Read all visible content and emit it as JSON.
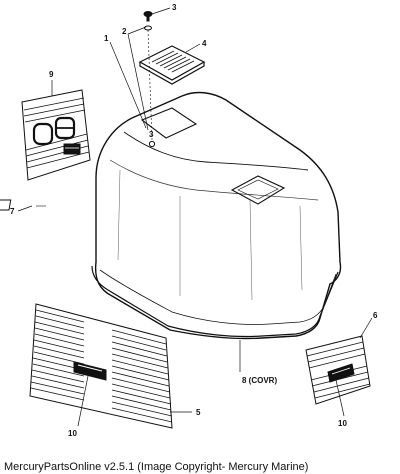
{
  "callouts": {
    "c1": "1",
    "c2": "2",
    "c3": "3",
    "c3b": "3",
    "c4": "4",
    "c5": "5",
    "c6": "6",
    "c7": "7",
    "c8": "8 (COVR)",
    "c9": "9",
    "c10a": "10",
    "c10b": "10"
  },
  "footer": {
    "caption": "MercuryPartsOnline v2.5.1 (Image Copyright- Mercury Marine)"
  }
}
